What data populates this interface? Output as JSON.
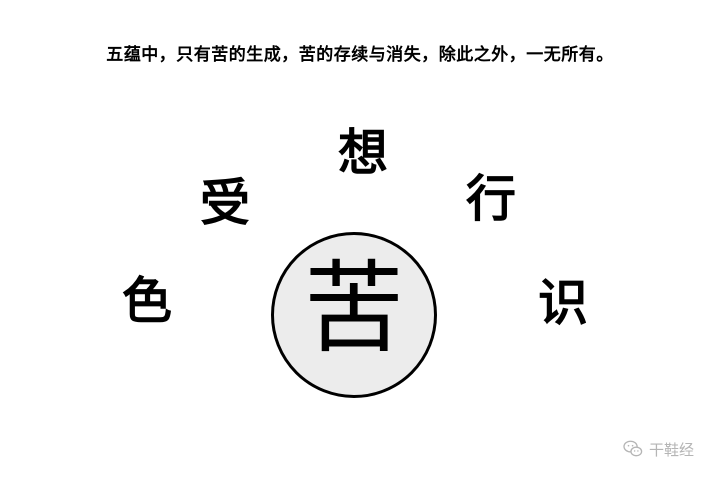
{
  "headline": "五蕴中，只有苦的生成，苦的存续与消失，除此之外，一无所有。",
  "skandhas": {
    "se": "色",
    "shou": "受",
    "xiang": "想",
    "xing": "行",
    "shi": "识"
  },
  "center": "苦",
  "watermark": {
    "icon": "wechat-icon",
    "text": "干鞋经"
  },
  "colors": {
    "circle_fill": "#ececec",
    "circle_border": "#000000",
    "watermark": "#b5b5b5"
  }
}
